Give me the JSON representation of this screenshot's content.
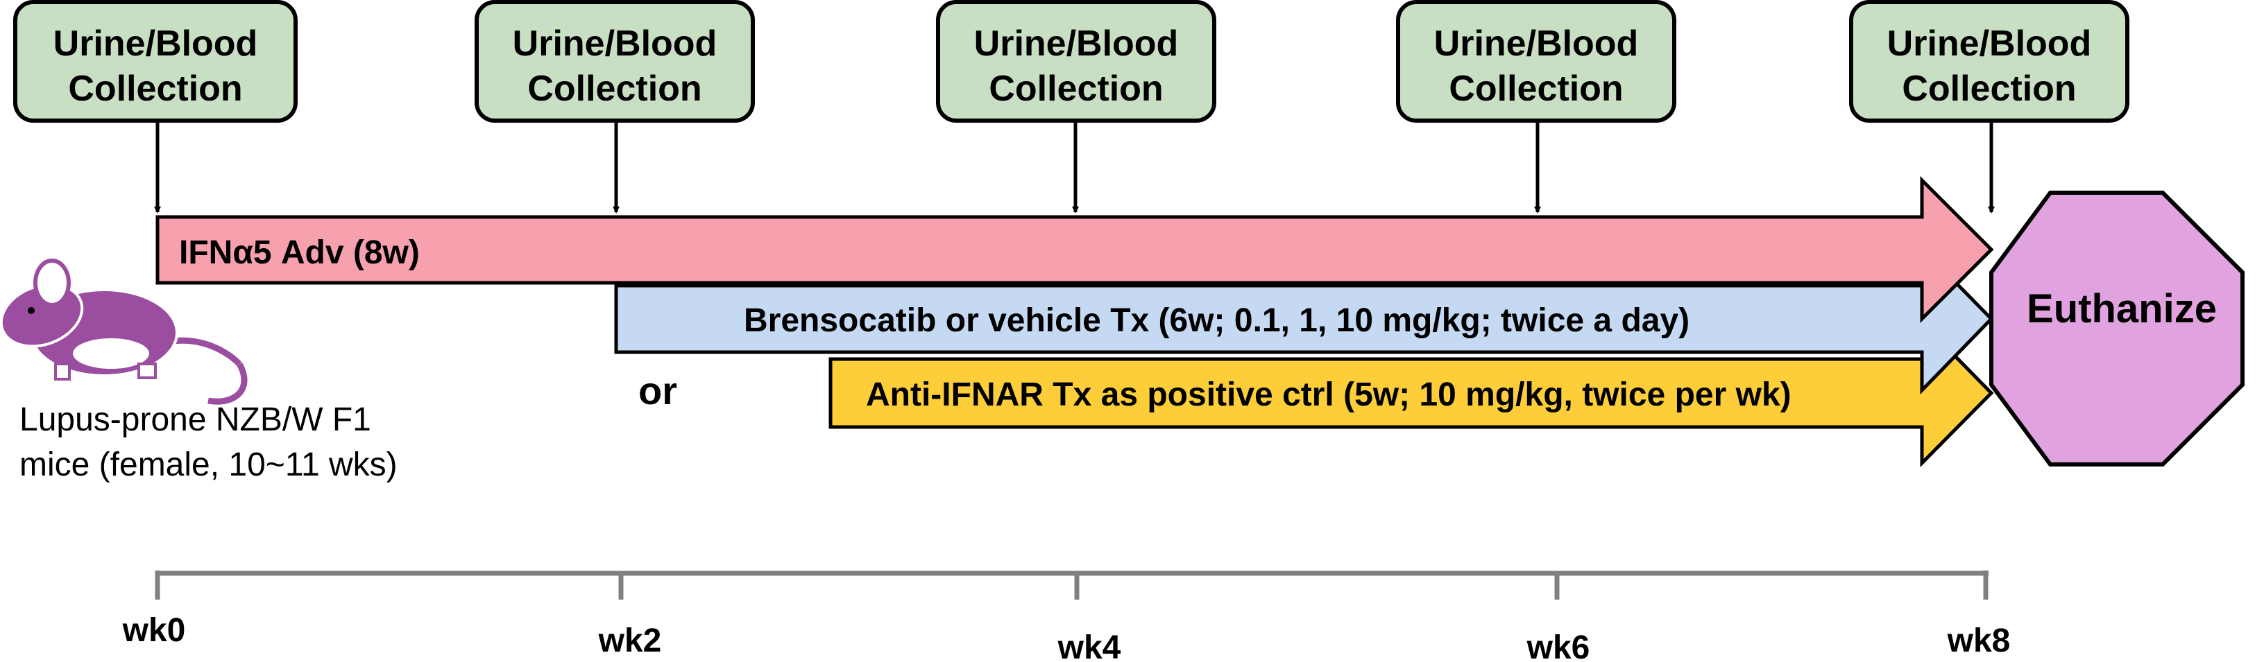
{
  "collection_boxes": [
    {
      "line1": "Urine/Blood",
      "line2": "Collection"
    },
    {
      "line1": "Urine/Blood",
      "line2": "Collection"
    },
    {
      "line1": "Urine/Blood",
      "line2": "Collection"
    },
    {
      "line1": "Urine/Blood",
      "line2": "Collection"
    },
    {
      "line1": "Urine/Blood",
      "line2": "Collection"
    }
  ],
  "arrows": {
    "ifn": {
      "label": "IFNα5 Adv (8w)",
      "color": "#f7a1ae"
    },
    "brensocatib": {
      "label": "Brensocatib or vehicle Tx (6w; 0.1, 1, 10 mg/kg; twice a day)",
      "color": "#c5d9f3"
    },
    "anti_ifnar": {
      "label": "Anti-IFNAR Tx as positive ctrl (5w; 10 mg/kg, twice per wk)",
      "color": "#fdcd3a"
    }
  },
  "or_label": "or",
  "mouse": {
    "icon": "mouse-icon",
    "line1": "Lupus-prone NZB/W F1",
    "line2": "mice (female, 10~11 wks)",
    "color": "#9b4e9f"
  },
  "endpoint": {
    "label": "Euthanize",
    "color": "#e0a3df"
  },
  "timeline": {
    "ticks": [
      "wk0",
      "wk2",
      "wk4",
      "wk6",
      "wk8"
    ]
  },
  "colors": {
    "box_fill": "#c9dfc4",
    "axis": "#808080"
  }
}
